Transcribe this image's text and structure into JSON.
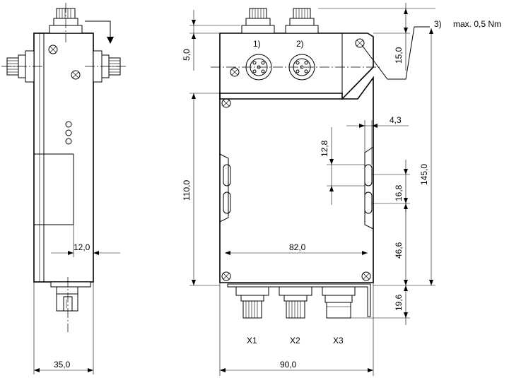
{
  "drawing": {
    "dimensions": {
      "side_depth": "35,0",
      "side_offset": "12,0",
      "front_width": "90,0",
      "inner_width": "82,0",
      "body_height": "110,0",
      "total_height": "145,0",
      "top_offset": "5,0",
      "connector_height_top": "15,0",
      "slot_spacing": "12,8",
      "slot_width": "4,3",
      "slot_length": "16,8",
      "slot_bottom": "46,6",
      "connector_height_bottom": "19,6"
    },
    "labels": {
      "connector_1": "1)",
      "connector_2": "2)",
      "note_ref": "3)",
      "note_text": "max. 0,5 Nm",
      "port_x1": "X1",
      "port_x2": "X2",
      "port_x3": "X3"
    }
  }
}
